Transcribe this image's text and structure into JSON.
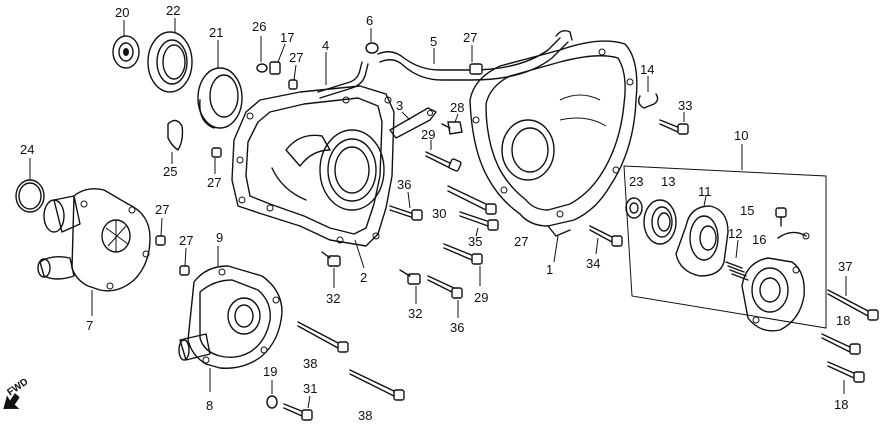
{
  "fwd_label": "FWD",
  "callouts": [
    "20",
    "22",
    "21",
    "26",
    "17",
    "27",
    "4",
    "6",
    "5",
    "27",
    "14",
    "33",
    "10",
    "3",
    "28",
    "29",
    "25",
    "27",
    "24",
    "27",
    "27",
    "9",
    "7",
    "8",
    "36",
    "30",
    "35",
    "2",
    "32",
    "27",
    "1",
    "34",
    "23",
    "13",
    "11",
    "15",
    "12",
    "16",
    "37",
    "18",
    "18",
    "29",
    "32",
    "36",
    "38",
    "19",
    "31",
    "38"
  ]
}
